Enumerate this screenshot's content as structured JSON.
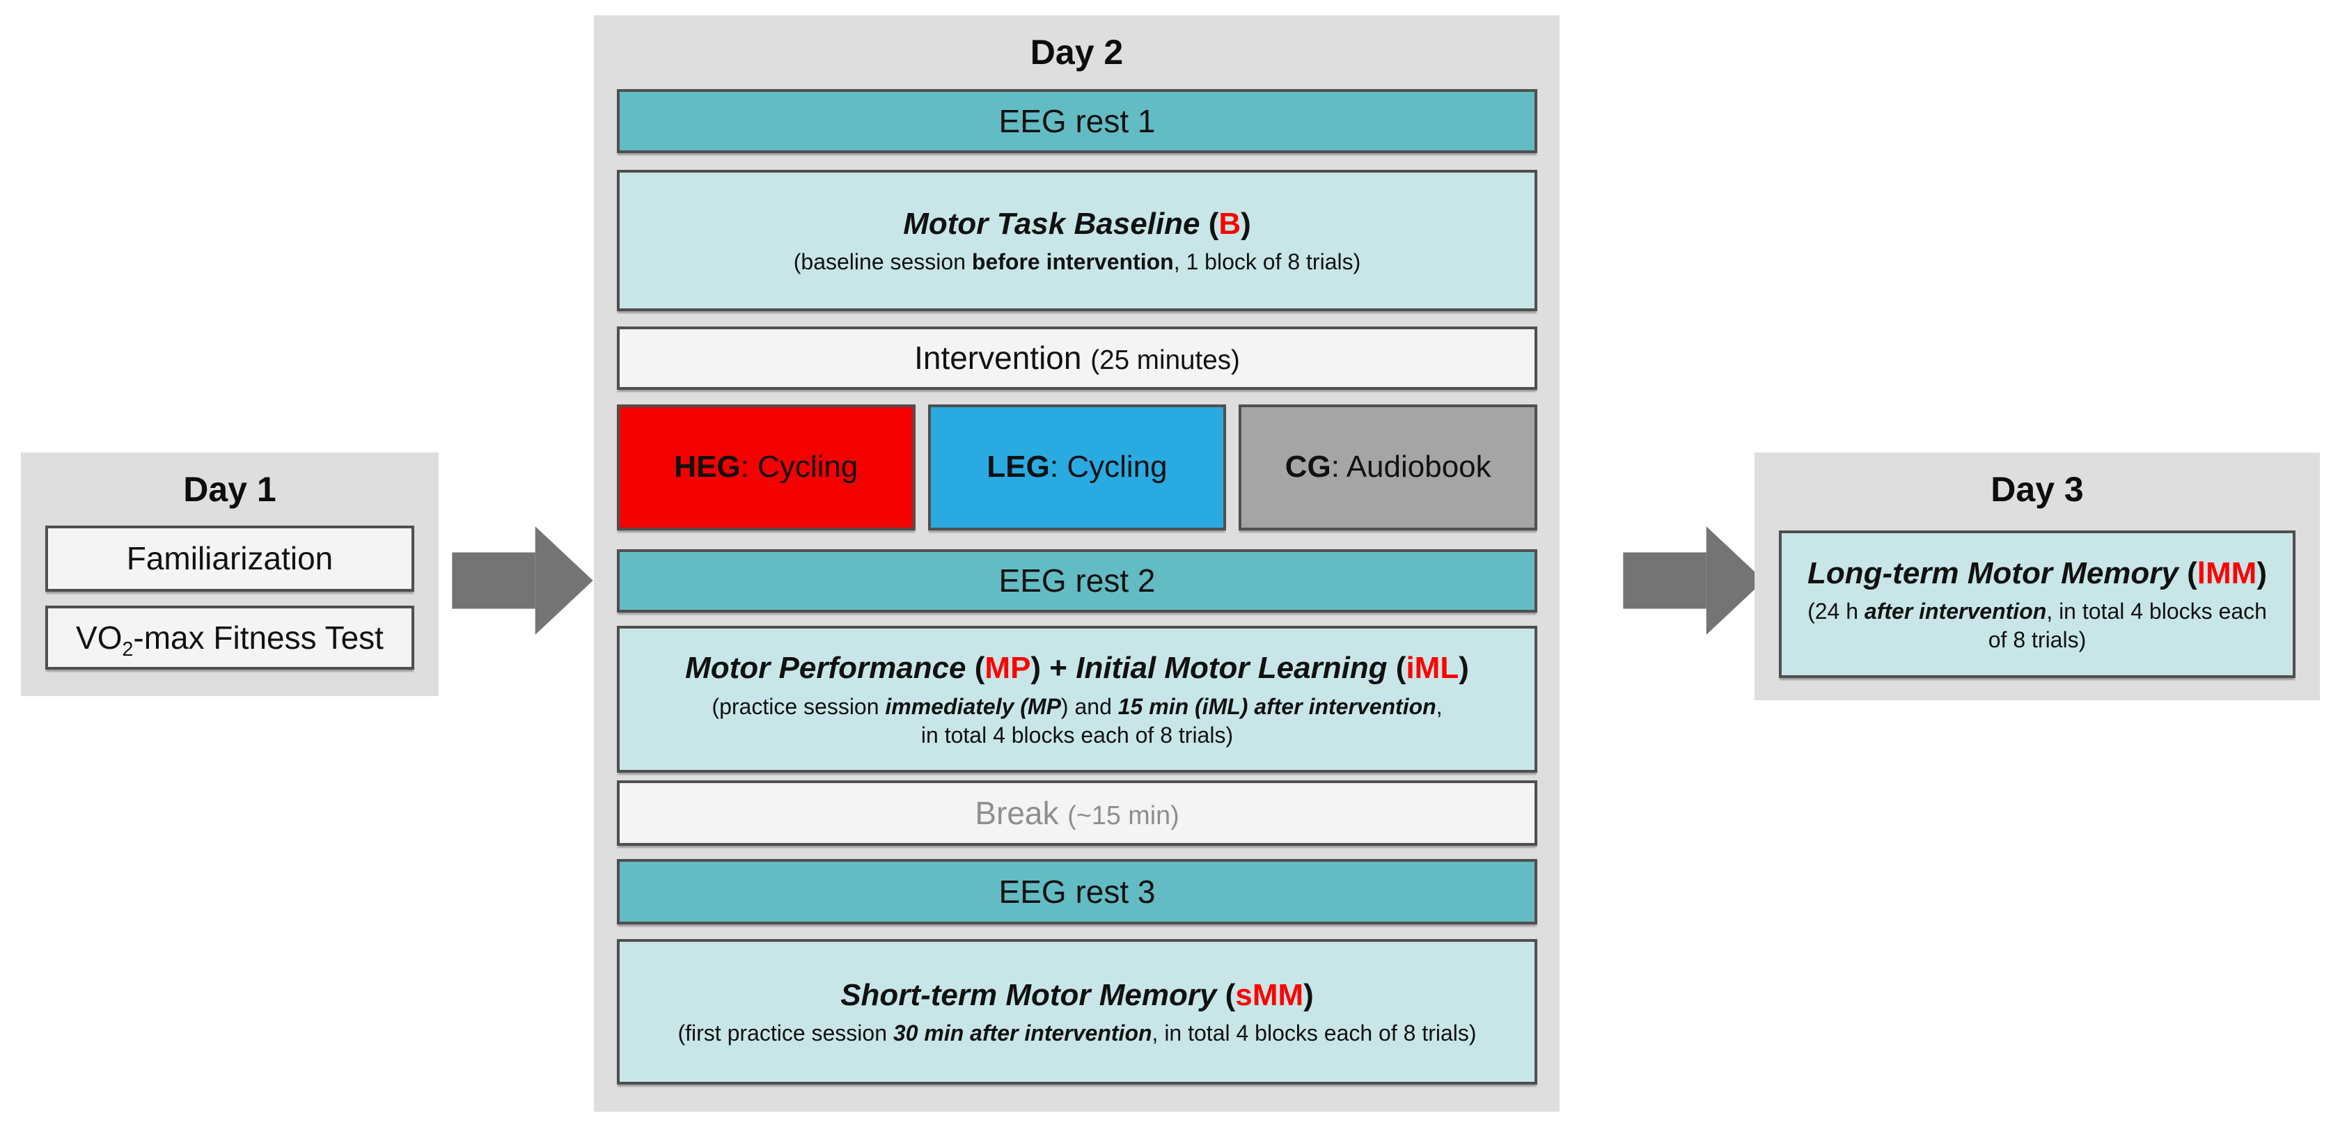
{
  "colors": {
    "panel": "#dedede",
    "white-box": "#f4f4f4",
    "teal": "#63bcc3",
    "pale": "#c8e6e8",
    "red-box": "#f50000",
    "blue-box": "#29abe2",
    "gray-box": "#a5a5a5",
    "border": "#4f4f4f",
    "arrow": "#747474",
    "red-text": "#ff0000",
    "muted": "#8e8e8e"
  },
  "day1": {
    "title": "Day 1",
    "familiarization": [
      {
        "t": "Familiarization"
      }
    ],
    "fitness_test": [
      {
        "t": "VO"
      },
      {
        "t": "2",
        "s": "sub"
      },
      {
        "t": "-max Fitness Test"
      }
    ]
  },
  "day2": {
    "title": "Day 2",
    "eeg_rest_1": [
      {
        "t": "EEG rest 1"
      }
    ],
    "motor_task_baseline_title": [
      {
        "t": "Motor Task Baseline",
        "s": "bi"
      },
      {
        "t": " (",
        "s": "b"
      },
      {
        "t": "B",
        "s": "red"
      },
      {
        "t": ")",
        "s": "b"
      }
    ],
    "motor_task_baseline_sub": [
      {
        "t": "(baseline session "
      },
      {
        "t": "before intervention",
        "s": "b"
      },
      {
        "t": ", 1 block of 8 trials)"
      }
    ],
    "intervention": [
      {
        "t": "Intervention "
      },
      {
        "t": "(25 minutes)",
        "s": "small"
      }
    ],
    "heg": [
      {
        "t": "HEG",
        "s": "b"
      },
      {
        "t": ": Cycling"
      }
    ],
    "leg": [
      {
        "t": "LEG",
        "s": "b"
      },
      {
        "t": ": Cycling"
      }
    ],
    "cg": [
      {
        "t": "CG",
        "s": "b"
      },
      {
        "t": ": Audiobook"
      }
    ],
    "eeg_rest_2": [
      {
        "t": "EEG rest 2"
      }
    ],
    "motor_performance_title": [
      {
        "t": "Motor Performance",
        "s": "bi"
      },
      {
        "t": " (",
        "s": "b"
      },
      {
        "t": "MP",
        "s": "red"
      },
      {
        "t": ")",
        "s": "b"
      },
      {
        "t": " + ",
        "s": "b"
      },
      {
        "t": "Initial Motor Learning",
        "s": "bi"
      },
      {
        "t": " (",
        "s": "b"
      },
      {
        "t": "iML",
        "s": "red"
      },
      {
        "t": ")",
        "s": "b"
      }
    ],
    "motor_performance_sub1": [
      {
        "t": "(practice session "
      },
      {
        "t": "immediately (MP",
        "s": "bi"
      },
      {
        "t": ") and "
      },
      {
        "t": "15 min (iML) after intervention",
        "s": "bi"
      },
      {
        "t": ","
      }
    ],
    "motor_performance_sub2": [
      {
        "t": "in total 4 blocks each of 8 trials)"
      }
    ],
    "break_label": [
      {
        "t": "Break ",
        "s": "gray"
      },
      {
        "t": "(~15 min)",
        "s": "graysmall"
      }
    ],
    "eeg_rest_3": [
      {
        "t": "EEG rest 3"
      }
    ],
    "smm_title": [
      {
        "t": "Short-term Motor Memory",
        "s": "bi"
      },
      {
        "t": " (",
        "s": "b"
      },
      {
        "t": "sMM",
        "s": "red"
      },
      {
        "t": ")",
        "s": "b"
      }
    ],
    "smm_sub": [
      {
        "t": "(first practice session "
      },
      {
        "t": "30 min after intervention",
        "s": "bi"
      },
      {
        "t": ", in total 4 blocks each of 8 trials)"
      }
    ]
  },
  "day3": {
    "title": "Day 3",
    "lmm_title": [
      {
        "t": "Long-term Motor Memory",
        "s": "bi"
      },
      {
        "t": " (",
        "s": "b"
      },
      {
        "t": "lMM",
        "s": "red"
      },
      {
        "t": ")",
        "s": "b"
      }
    ],
    "lmm_sub1": [
      {
        "t": "(24 h "
      },
      {
        "t": "after intervention",
        "s": "bi"
      },
      {
        "t": ", in total 4 blocks each"
      }
    ],
    "lmm_sub2": [
      {
        "t": "of 8 trials)"
      }
    ]
  }
}
